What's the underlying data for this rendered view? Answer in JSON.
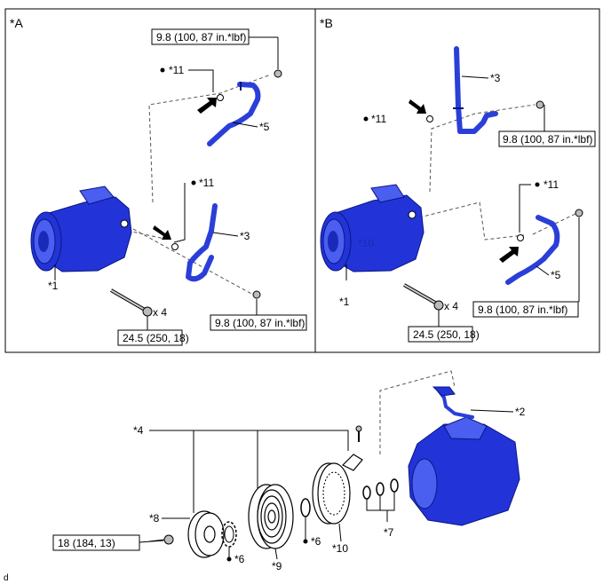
{
  "panel_a": {
    "tag": "*A",
    "torque_hose_top": "9.8 (100, 87 in.*lbf)",
    "torque_hose_bottom": "9.8 (100, 87 in.*lbf)",
    "torque_bolt": "24.5 (250, 18)",
    "qty_bolt": "x 4",
    "label_o_ring_top": "*11",
    "label_o_ring_mid": "*11",
    "label_hose5": "*5",
    "label_hose3": "*3",
    "label_compressor": "*1"
  },
  "panel_b": {
    "tag": "*B",
    "torque_hose_top": "9.8 (100, 87 in.*lbf)",
    "torque_hose_bottom": "9.8 (100, 87 in.*lbf)",
    "torque_bolt": "24.5 (250, 18)",
    "qty_bolt": "x 4",
    "label_o_ring_top": "*11",
    "label_o_ring_mid": "*11",
    "label_hose3": "*3",
    "label_hose5": "*5",
    "label_compressor": "*1",
    "label_inner": "*10"
  },
  "bottom": {
    "label_2": "*2",
    "label_4": "*4",
    "label_8": "*8",
    "label_6a": "*6",
    "label_9": "*9",
    "label_6b": "*6",
    "label_10": "*10",
    "label_7": "*7",
    "torque_nut": "18 (184, 13)"
  },
  "footer_code": "d"
}
